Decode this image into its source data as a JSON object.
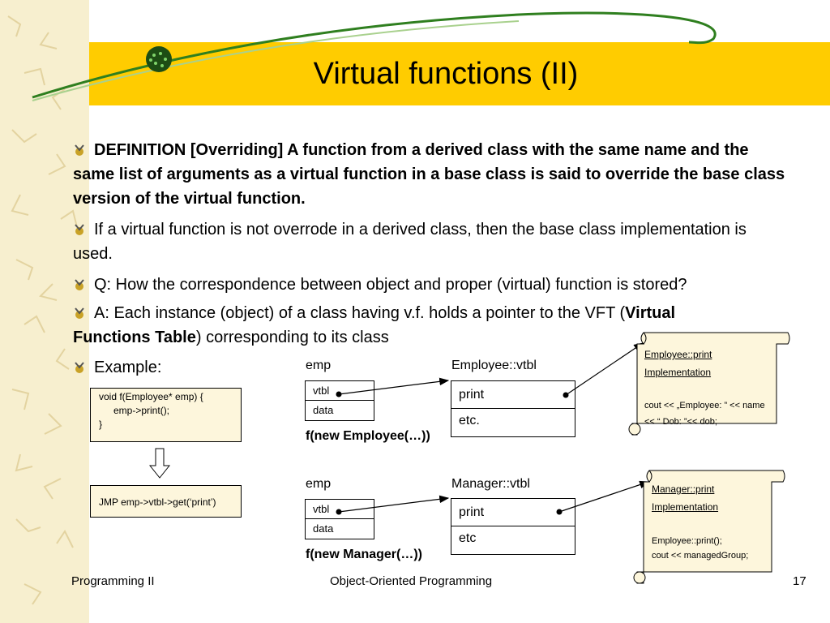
{
  "title": "Virtual functions (II)",
  "bullets": {
    "b1": "DEFINITION [Overriding] A function from a derived class with the same name and the same list of arguments as a virtual function in a base class is said to override the base class version of the virtual function.",
    "b2_line1": "If a virtual function is not overrode in a derived class, then the base class implementation is",
    "b2_line2": "used.",
    "b3": "Q: How the correspondence between object and proper (virtual) function is stored?",
    "b4_part1": "A: Each instance (object) of a class having v.f. holds a pointer to the VFT (",
    "b4_bold1": "Virtual",
    "b4_bold2": "Functions Table",
    "b4_part2": ") corresponding to its class",
    "b5": "Example:"
  },
  "code": {
    "line1": "void f(Employee* emp) {",
    "line2": "emp->print();",
    "line3": "}",
    "jmp": "JMP emp->vtbl->get(‘print’)"
  },
  "employee": {
    "emp_label": "emp",
    "vtbl_label": "Employee::vtbl",
    "field1": "vtbl",
    "field2": "data",
    "row1": "print",
    "row2": "etc.",
    "call": "f(new Employee(…))",
    "impl_title1": "Employee::print",
    "impl_title2": "Implementation",
    "impl_code1": "cout << „Employee: ” << name",
    "impl_code2": "<< “ Dob: ”<< dob;"
  },
  "manager": {
    "emp_label": "emp",
    "vtbl_label": "Manager::vtbl",
    "field1": "vtbl",
    "field2": "data",
    "row1": "print",
    "row2": "etc",
    "call": "f(new Manager(…))",
    "impl_title1": "Manager::print",
    "impl_title2": "Implementation",
    "impl_code1": "Employee::print();",
    "impl_code2": "cout  << managedGroup;"
  },
  "footer": {
    "left": "Programming II",
    "center": "Object-Oriented Programming",
    "page": "17"
  },
  "colors": {
    "titlebar": "#ffcc00",
    "strip": "#f7efcf",
    "swoosh": "#2f7f1f"
  }
}
